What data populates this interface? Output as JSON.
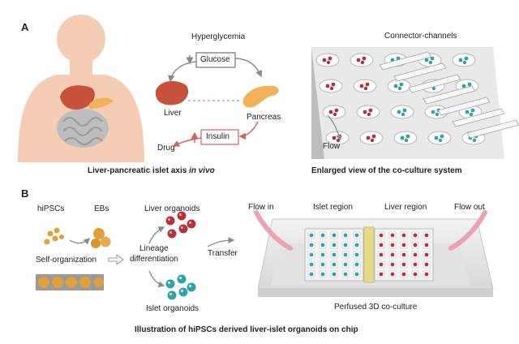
{
  "panel_a": {
    "label": "A",
    "hyperglycemia": "Hyperglycemia",
    "glucose": "Glucose",
    "liver": "Liver",
    "pancreas": "Pancreas",
    "insulin": "Insulin",
    "drug": "Drug",
    "connector_channels": "Connector-channels",
    "flow": "Flow",
    "caption_left_main": "Liver-pancreatic islet  axis ",
    "caption_left_italic": "in vivo",
    "caption_right": "Enlarged  view of the co-culture system"
  },
  "panel_b": {
    "label": "B",
    "hipscs": "hiPSCs",
    "ebs": "EBs",
    "self_organization": "Self-organization",
    "liver_organoids": "Liver organoids",
    "lineage": "Lineage",
    "differentiation": "differentiation",
    "islet_organoids": "Islet organoids",
    "transfer": "Transfer",
    "flow_in": "Flow in",
    "islet_region": "Islet region",
    "liver_region": "Liver region",
    "flow_out": "Flow out",
    "perfused": "Perfused 3D co-culture",
    "caption": "Illustration of hiPSCs derived liver-islet organoids on chip"
  },
  "colors": {
    "skin": "#f5cdb4",
    "liver": "#c8513c",
    "pancreas": "#f2b25a",
    "intestine": "#bfbfbf",
    "insulin_box": "#d46060",
    "liver_organoid": "#b5323d",
    "islet_organoid": "#2fa3a8",
    "eb": "#e0a03c"
  }
}
